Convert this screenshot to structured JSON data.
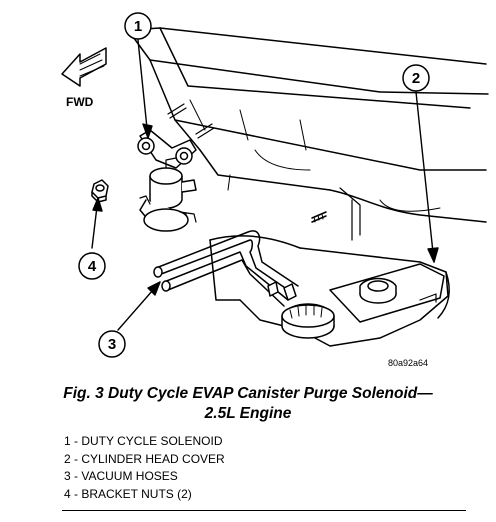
{
  "figure": {
    "caption_line1": "Fig. 3 Duty Cycle EVAP Canister Purge Solenoid—",
    "caption_line2": "2.5L Engine",
    "image_code": "80a92a64",
    "direction_label": "FWD"
  },
  "callouts": [
    {
      "number": "1"
    },
    {
      "number": "2"
    },
    {
      "number": "3"
    },
    {
      "number": "4"
    }
  ],
  "legend": [
    {
      "text": "1 - DUTY CYCLE SOLENOID"
    },
    {
      "text": "2 - CYLINDER HEAD COVER"
    },
    {
      "text": "3 - VACUUM HOSES"
    },
    {
      "text": "4 - BRACKET NUTS (2)"
    }
  ]
}
